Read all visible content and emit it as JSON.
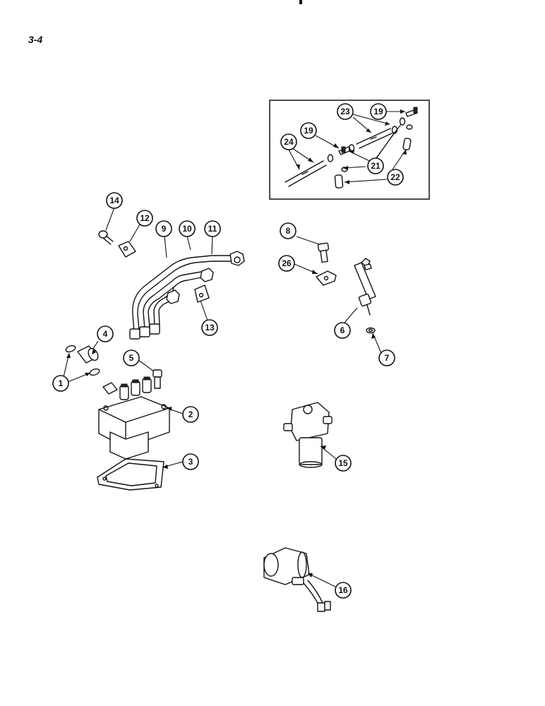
{
  "page": {
    "number": "3-4"
  },
  "callouts": [
    {
      "id": "c1",
      "label": "1"
    },
    {
      "id": "c2",
      "label": "2"
    },
    {
      "id": "c3",
      "label": "3"
    },
    {
      "id": "c4",
      "label": "4"
    },
    {
      "id": "c5",
      "label": "5"
    },
    {
      "id": "c6",
      "label": "6"
    },
    {
      "id": "c7",
      "label": "7"
    },
    {
      "id": "c8",
      "label": "8"
    },
    {
      "id": "c9",
      "label": "9"
    },
    {
      "id": "c10",
      "label": "10"
    },
    {
      "id": "c11",
      "label": "11"
    },
    {
      "id": "c12",
      "label": "12"
    },
    {
      "id": "c13",
      "label": "13"
    },
    {
      "id": "c14",
      "label": "14"
    },
    {
      "id": "c15",
      "label": "15"
    },
    {
      "id": "c16",
      "label": "16"
    },
    {
      "id": "c19a",
      "label": "19"
    },
    {
      "id": "c19b",
      "label": "19"
    },
    {
      "id": "c21",
      "label": "21"
    },
    {
      "id": "c22",
      "label": "22"
    },
    {
      "id": "c23",
      "label": "23"
    },
    {
      "id": "c24",
      "label": "24"
    },
    {
      "id": "c26",
      "label": "26"
    }
  ]
}
